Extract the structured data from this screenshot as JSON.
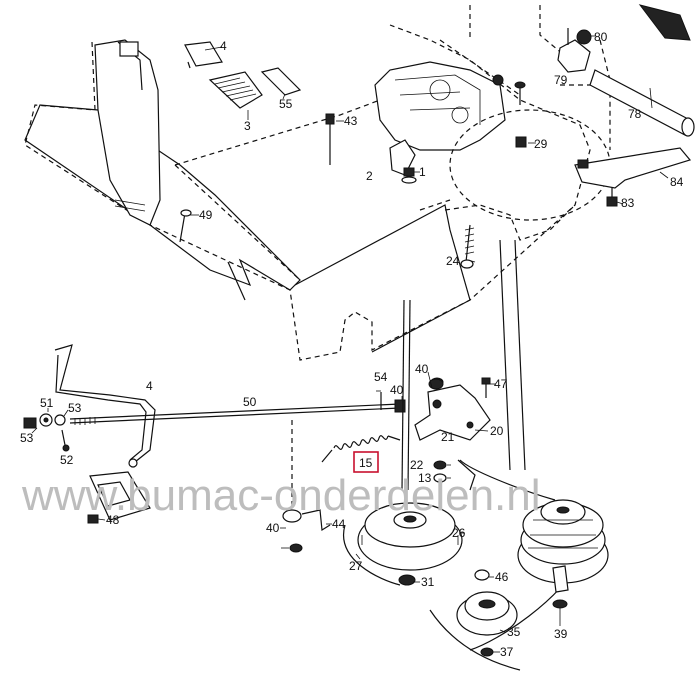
{
  "watermark": "www.bumac-onderdelen.nl",
  "parts": {
    "p1": "1",
    "p2": "2",
    "p3": "3",
    "p4a": "4",
    "p4b": "4",
    "p15": "15",
    "p20": "20",
    "p21": "21",
    "p22": "22",
    "p24": "24",
    "p26": "26",
    "p27": "27",
    "p29": "29",
    "p31": "31",
    "p35": "35",
    "p37": "37",
    "p39": "39",
    "p40a": "40",
    "p40b": "40",
    "p40c": "40",
    "p43": "43",
    "p44": "44",
    "p46": "46",
    "p47": "47",
    "p48": "48",
    "p49": "49",
    "p50": "50",
    "p51": "51",
    "p52": "52",
    "p53a": "53",
    "p53b": "53",
    "p54": "54",
    "p55": "55",
    "p78": "78",
    "p79": "79",
    "p80": "80",
    "p83": "83",
    "p84": "84"
  },
  "highlight_part": "15"
}
